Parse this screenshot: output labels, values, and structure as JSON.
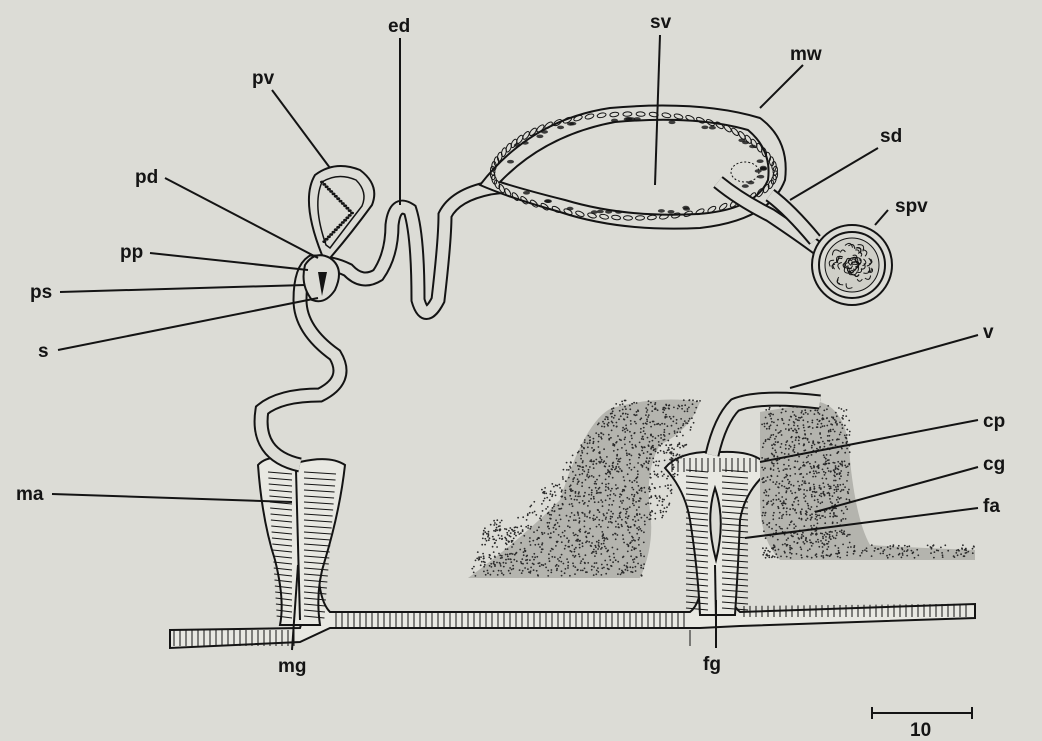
{
  "labels": {
    "ed": "ed",
    "sv": "sv",
    "mw": "mw",
    "pv": "pv",
    "sd": "sd",
    "pd": "pd",
    "spv": "spv",
    "pp": "pp",
    "ps": "ps",
    "s": "s",
    "v": "v",
    "cp": "cp",
    "ma": "ma",
    "cg": "cg",
    "fa": "fa",
    "mg": "mg",
    "fg": "fg"
  },
  "scale_bar": {
    "label": "10"
  },
  "colors": {
    "background": "#dcdcd6",
    "ink": "#141414",
    "stipple": "#2a2a2a"
  }
}
